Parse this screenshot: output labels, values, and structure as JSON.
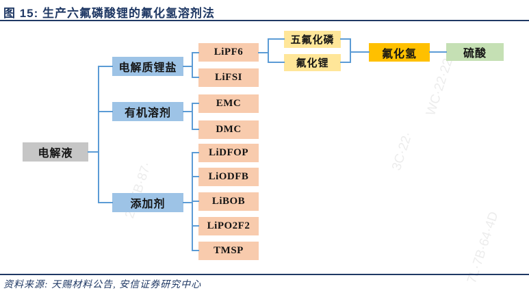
{
  "figure": {
    "title": "图 15: 生产六氟磷酸锂的氟化氢溶剂法",
    "source": "资料来源: 天赐材料公告, 安信证券研究中心"
  },
  "tree": {
    "root": "电解液",
    "branches": [
      {
        "label": "电解质锂盐",
        "children": [
          "LiPF6",
          "LiFSI"
        ]
      },
      {
        "label": "有机溶剂",
        "children": [
          "EMC",
          "DMC"
        ]
      },
      {
        "label": "添加剂",
        "children": [
          "LiDFOP",
          "LiODFB",
          "LiBOB",
          "LiPO2F2",
          "TMSP"
        ]
      }
    ]
  },
  "process": {
    "from": "LiPF6",
    "inputs": [
      "五氟化磷",
      "氟化锂"
    ],
    "intermediate": "氟化氢",
    "raw_material": "硫酸"
  },
  "colors": {
    "root_box": "#C6C6C6",
    "branch_box": "#9DC3E6",
    "leaf_box": "#F8CBAD",
    "input_box": "#FFE699",
    "intermediate_box": "#FFC000",
    "raw_material_box": "#C5E0B4",
    "connector": "#5B9BD5",
    "title_text": "#1F3864"
  },
  "watermarks": [
    {
      "text": "WC·22·22·"
    },
    {
      "text": "22·FB·87·"
    },
    {
      "text": "3C·22·"
    },
    {
      "text": "7L·7B·64·4D"
    }
  ]
}
